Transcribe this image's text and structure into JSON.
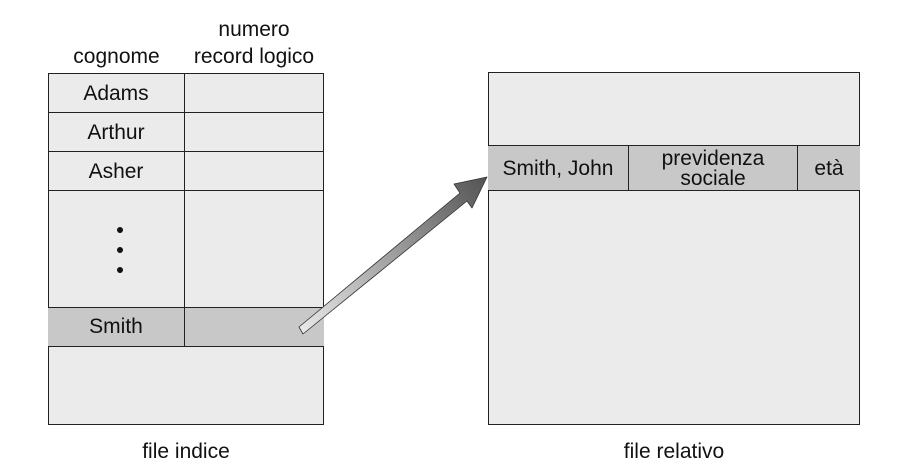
{
  "index_file": {
    "col_surname_header": "cognome",
    "col_record_header_line1": "numero",
    "col_record_header_line2": "record logico",
    "rows": [
      "Adams",
      "Arthur",
      "Asher"
    ],
    "ellipsis": "•\n•\n•",
    "highlight_row": "Smith",
    "caption": "file indice"
  },
  "relative_file": {
    "record": {
      "name": "Smith, John",
      "field2_line1": "previdenza",
      "field2_line2": "sociale",
      "field3": "età"
    },
    "caption": "file relativo"
  },
  "colors": {
    "panel": "#ebebeb",
    "highlight": "#c8c8c8",
    "border": "#222222",
    "arrow_start": "#e8e8e8",
    "arrow_end": "#555555"
  }
}
